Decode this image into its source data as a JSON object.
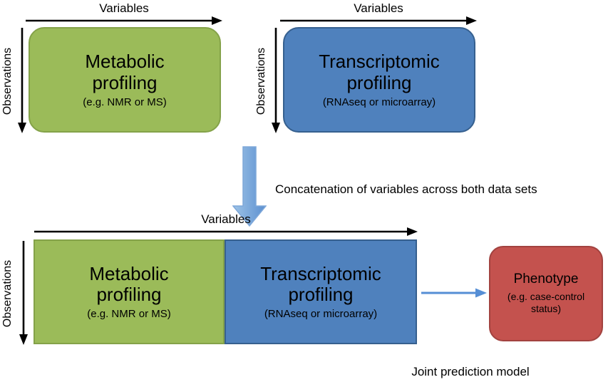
{
  "diagram": {
    "top_left": {
      "variables": "Variables",
      "observations": "Observations",
      "title": "Metabolic profiling",
      "subtitle": "(e.g. NMR or MS)"
    },
    "top_right": {
      "variables": "Variables",
      "observations": "Observations",
      "title": "Transcriptomic profiling",
      "subtitle": "(RNAseq or microarray)"
    },
    "concatenation_caption": "Concatenation of variables across both data sets",
    "bottom": {
      "variables": "Variables",
      "observations": "Observations",
      "metabolic_title": "Metabolic profiling",
      "metabolic_subtitle": "(e.g. NMR or MS)",
      "transcriptomic_title": "Transcriptomic profiling",
      "transcriptomic_subtitle": "(RNAseq or microarray)",
      "phenotype_title": "Phenotype",
      "phenotype_subtitle": "(e.g. case-control status)",
      "caption": "Joint prediction model"
    },
    "colors": {
      "green": "#9BBB59",
      "blue": "#4F81BD",
      "red": "#C4524E",
      "arrow_blue": "#6D9ED8",
      "line": "#000000"
    }
  }
}
